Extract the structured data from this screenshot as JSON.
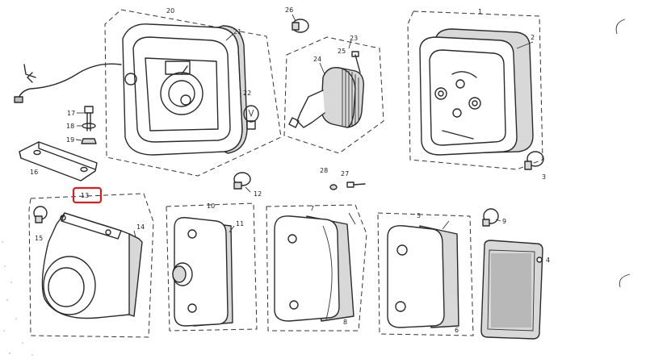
{
  "diagram": {
    "labels": [
      "1",
      "2",
      "3",
      "4",
      "5",
      "6",
      "7",
      "8",
      "9",
      "10",
      "11",
      "12",
      "13",
      "14",
      "15",
      "16",
      "17",
      "18",
      "19",
      "20",
      "21",
      "22",
      "23",
      "24",
      "25",
      "26",
      "27",
      "28"
    ],
    "highlight": {
      "label": "13",
      "color": "#d42020"
    }
  }
}
